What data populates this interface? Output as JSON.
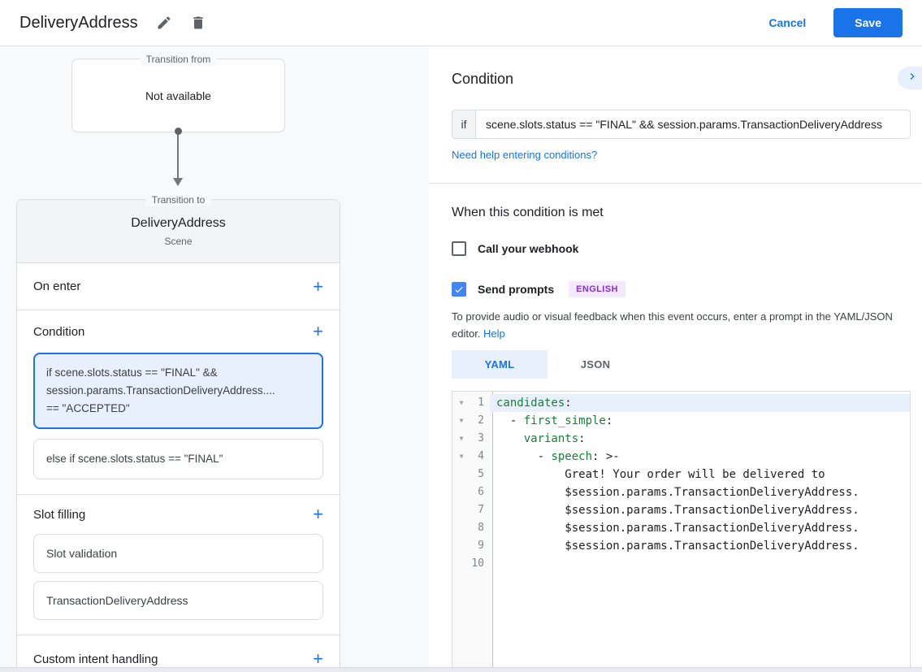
{
  "header": {
    "title": "DeliveryAddress",
    "cancel_label": "Cancel",
    "save_label": "Save"
  },
  "flow": {
    "transition_from_legend": "Transition from",
    "transition_from_value": "Not available",
    "transition_to_legend": "Transition to",
    "scene_title": "DeliveryAddress",
    "scene_subtitle": "Scene"
  },
  "scene_sections": {
    "on_enter_label": "On enter",
    "condition_label": "Condition",
    "condition_cards": [
      {
        "selected": true,
        "lines": [
          "if scene.slots.status == \"FINAL\" &&",
          "session.params.TransactionDeliveryAddress....",
          "== \"ACCEPTED\""
        ]
      },
      {
        "selected": false,
        "lines": [
          "else if scene.slots.status == \"FINAL\""
        ]
      }
    ],
    "slot_filling_label": "Slot filling",
    "slot_cards": [
      "Slot validation",
      "TransactionDeliveryAddress"
    ],
    "custom_intent_label": "Custom intent handling"
  },
  "condition_panel": {
    "title": "Condition",
    "if_label": "if",
    "if_value": "scene.slots.status == \"FINAL\" && session.params.TransactionDeliveryAddress",
    "help_link": "Need help entering conditions?"
  },
  "when_met": {
    "title": "When this condition is met",
    "webhook_label": "Call your webhook",
    "webhook_checked": false,
    "prompts_label": "Send prompts",
    "prompts_checked": true,
    "language_badge": "ENGLISH",
    "description": "To provide audio or visual feedback when this event occurs, enter a prompt in the YAML/JSON editor. ",
    "help_label": "Help"
  },
  "editor": {
    "tabs": [
      {
        "label": "YAML",
        "selected": true
      },
      {
        "label": "JSON",
        "selected": false
      }
    ],
    "lines": [
      {
        "n": 1,
        "fold": true,
        "selected": true,
        "seg": [
          [
            "candidates",
            "k"
          ],
          [
            ":",
            "p"
          ]
        ]
      },
      {
        "n": 2,
        "fold": true,
        "selected": false,
        "seg": [
          [
            "  - ",
            "p"
          ],
          [
            "first_simple",
            "k"
          ],
          [
            ":",
            "p"
          ]
        ]
      },
      {
        "n": 3,
        "fold": true,
        "selected": false,
        "seg": [
          [
            "    ",
            "p"
          ],
          [
            "variants",
            "k"
          ],
          [
            ":",
            "p"
          ]
        ]
      },
      {
        "n": 4,
        "fold": true,
        "selected": false,
        "seg": [
          [
            "      - ",
            "p"
          ],
          [
            "speech",
            "k"
          ],
          [
            ": >-",
            "p"
          ]
        ]
      },
      {
        "n": 5,
        "fold": false,
        "selected": false,
        "seg": [
          [
            "          Great! Your order will be delivered to",
            "p"
          ]
        ]
      },
      {
        "n": 6,
        "fold": false,
        "selected": false,
        "seg": [
          [
            "          $session.params.TransactionDeliveryAddress.",
            "p"
          ]
        ]
      },
      {
        "n": 7,
        "fold": false,
        "selected": false,
        "seg": [
          [
            "          $session.params.TransactionDeliveryAddress.",
            "p"
          ]
        ]
      },
      {
        "n": 8,
        "fold": false,
        "selected": false,
        "seg": [
          [
            "          $session.params.TransactionDeliveryAddress.",
            "p"
          ]
        ]
      },
      {
        "n": 9,
        "fold": false,
        "selected": false,
        "seg": [
          [
            "          $session.params.TransactionDeliveryAddress.",
            "p"
          ]
        ]
      },
      {
        "n": 10,
        "fold": false,
        "selected": false,
        "seg": []
      }
    ]
  },
  "icons": {
    "title_edit": "pencil-icon",
    "title_delete": "trash-icon",
    "section_add": "plus-icon",
    "panel_expand": "chevron-right-icon",
    "checkbox_check": "check-icon"
  },
  "colors": {
    "accent_blue": "#1a73e8",
    "checkbox_blue": "#4285f4",
    "selection_blue": "#e8f0fe",
    "code_key_green": "#188038",
    "badge_purple": "#8430ce",
    "badge_bg": "#f3e8fd"
  }
}
